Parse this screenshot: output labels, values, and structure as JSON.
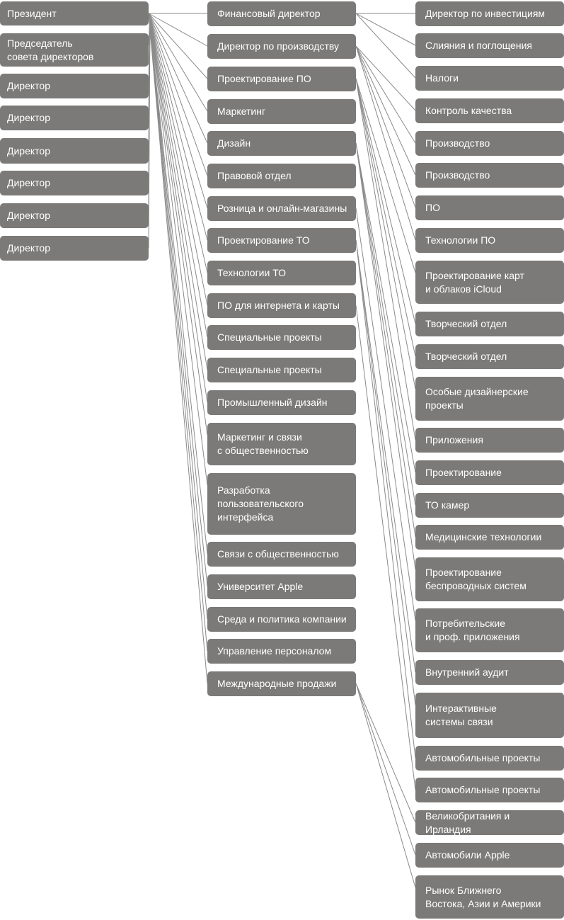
{
  "executives": [
    {
      "label": "Президент"
    },
    {
      "label": "Председатель\nсовета директоров"
    },
    {
      "label": "Директор"
    },
    {
      "label": "Директор"
    },
    {
      "label": "Директор"
    },
    {
      "label": "Директор"
    },
    {
      "label": "Директор"
    },
    {
      "label": "Директор"
    }
  ],
  "departments": [
    {
      "label": "Финансовый директор"
    },
    {
      "label": "Директор по производству"
    },
    {
      "label": "Проектирование ПО"
    },
    {
      "label": "Маркетинг"
    },
    {
      "label": "Дизайн"
    },
    {
      "label": "Правовой отдел"
    },
    {
      "label": "Розница и онлайн-магазины"
    },
    {
      "label": "Проектирование ТО"
    },
    {
      "label": "Технологии ТО"
    },
    {
      "label": "ПО для интернета и карты"
    },
    {
      "label": "Специальные проекты"
    },
    {
      "label": "Специальные проекты"
    },
    {
      "label": "Промышленный дизайн"
    },
    {
      "label": "Маркетинг и связи\nс общественностью"
    },
    {
      "label": "Разработка\nпользовательского\nинтерфейса"
    },
    {
      "label": "Связи с общественностью"
    },
    {
      "label": "Университет Apple"
    },
    {
      "label": "Среда и политика компании"
    },
    {
      "label": "Управление персоналом"
    },
    {
      "label": "Международные продажи"
    }
  ],
  "subdivisions": [
    {
      "label": "Директор по инвестициям"
    },
    {
      "label": "Слияния и поглощения"
    },
    {
      "label": "Налоги"
    },
    {
      "label": "Контроль качества"
    },
    {
      "label": "Производство"
    },
    {
      "label": "Производство"
    },
    {
      "label": "ПО"
    },
    {
      "label": "Технологии ПО"
    },
    {
      "label": "Проектирование карт\nи облаков iCloud"
    },
    {
      "label": "Творческий отдел"
    },
    {
      "label": "Творческий отдел"
    },
    {
      "label": "Особые дизайнерские\nпроекты"
    },
    {
      "label": "Приложения"
    },
    {
      "label": "Проектирование"
    },
    {
      "label": "ТО камер"
    },
    {
      "label": "Медицинские технологии"
    },
    {
      "label": "Проектирование\nбеспроводных систем"
    },
    {
      "label": "Потребительские\nи проф. приложения"
    },
    {
      "label": "Внутренний аудит"
    },
    {
      "label": "Интерактивные\nсистемы связи"
    },
    {
      "label": "Автомобильные проекты"
    },
    {
      "label": "Автомобильные проекты"
    },
    {
      "label": "Великобритания и Ирландия"
    },
    {
      "label": "Автомобили Apple"
    },
    {
      "label": "Рынок Ближнего\nВостока, Азии и Америки"
    }
  ]
}
